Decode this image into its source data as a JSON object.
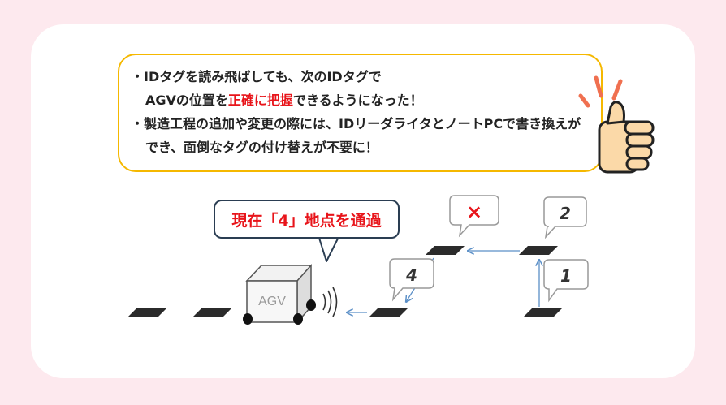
{
  "info": {
    "line1": "・IDタグを読み飛ばしても、次のIDタグで",
    "line2_pre": "AGVの位置を",
    "line2_hl": "正確に把握",
    "line2_post": "できるようになった！",
    "line3": "・製造工程の追加や変更の際には、IDリーダライタとノートPCで書き換えが",
    "line4": "でき、面倒なタグの付け替えが不要に！"
  },
  "callout": {
    "text": "現在「4」地点を通過"
  },
  "agv": {
    "label": "AGV"
  },
  "tags": {
    "t1": "1",
    "t2": "2",
    "t4": "4",
    "skipped": "×"
  },
  "colors": {
    "accent_red": "#e8141a",
    "box_border": "#f5b800",
    "arrow": "#5b8fc7",
    "background": "#fde9ee"
  },
  "icons": [
    "thumbs-up-icon",
    "sound-waves-icon",
    "cross-icon",
    "arrow-icon"
  ]
}
